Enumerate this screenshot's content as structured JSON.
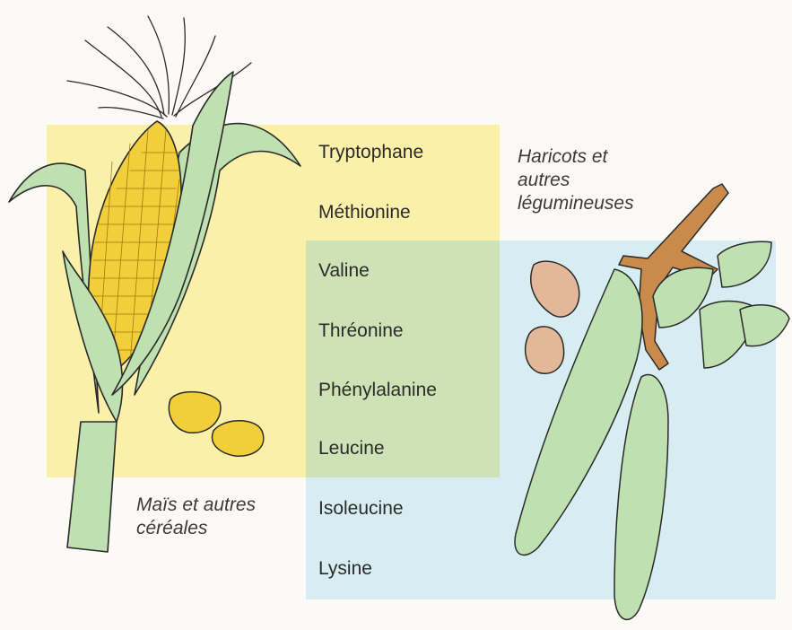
{
  "diagram": {
    "amino_acids": [
      "Tryptophane",
      "Méthionine",
      "Valine",
      "Thréonine",
      "Phénylalanine",
      "Leucine",
      "Isoleucine",
      "Lysine"
    ],
    "corn_caption": {
      "line1": "Maïs et autres",
      "line2": "céréales"
    },
    "bean_caption": {
      "line1": "Haricots et",
      "line2": "autres",
      "line3": "légumineuses"
    },
    "colors": {
      "cereal_region": "#fbf0a9",
      "legume_region": "#d8edf2",
      "shared_region": "#cde3b6",
      "corn_kernels": "#f2cf3a",
      "leaf_green": "#bfe0b0",
      "stem_brown": "#c98a4b",
      "seed_tan": "#e3b89a"
    }
  }
}
